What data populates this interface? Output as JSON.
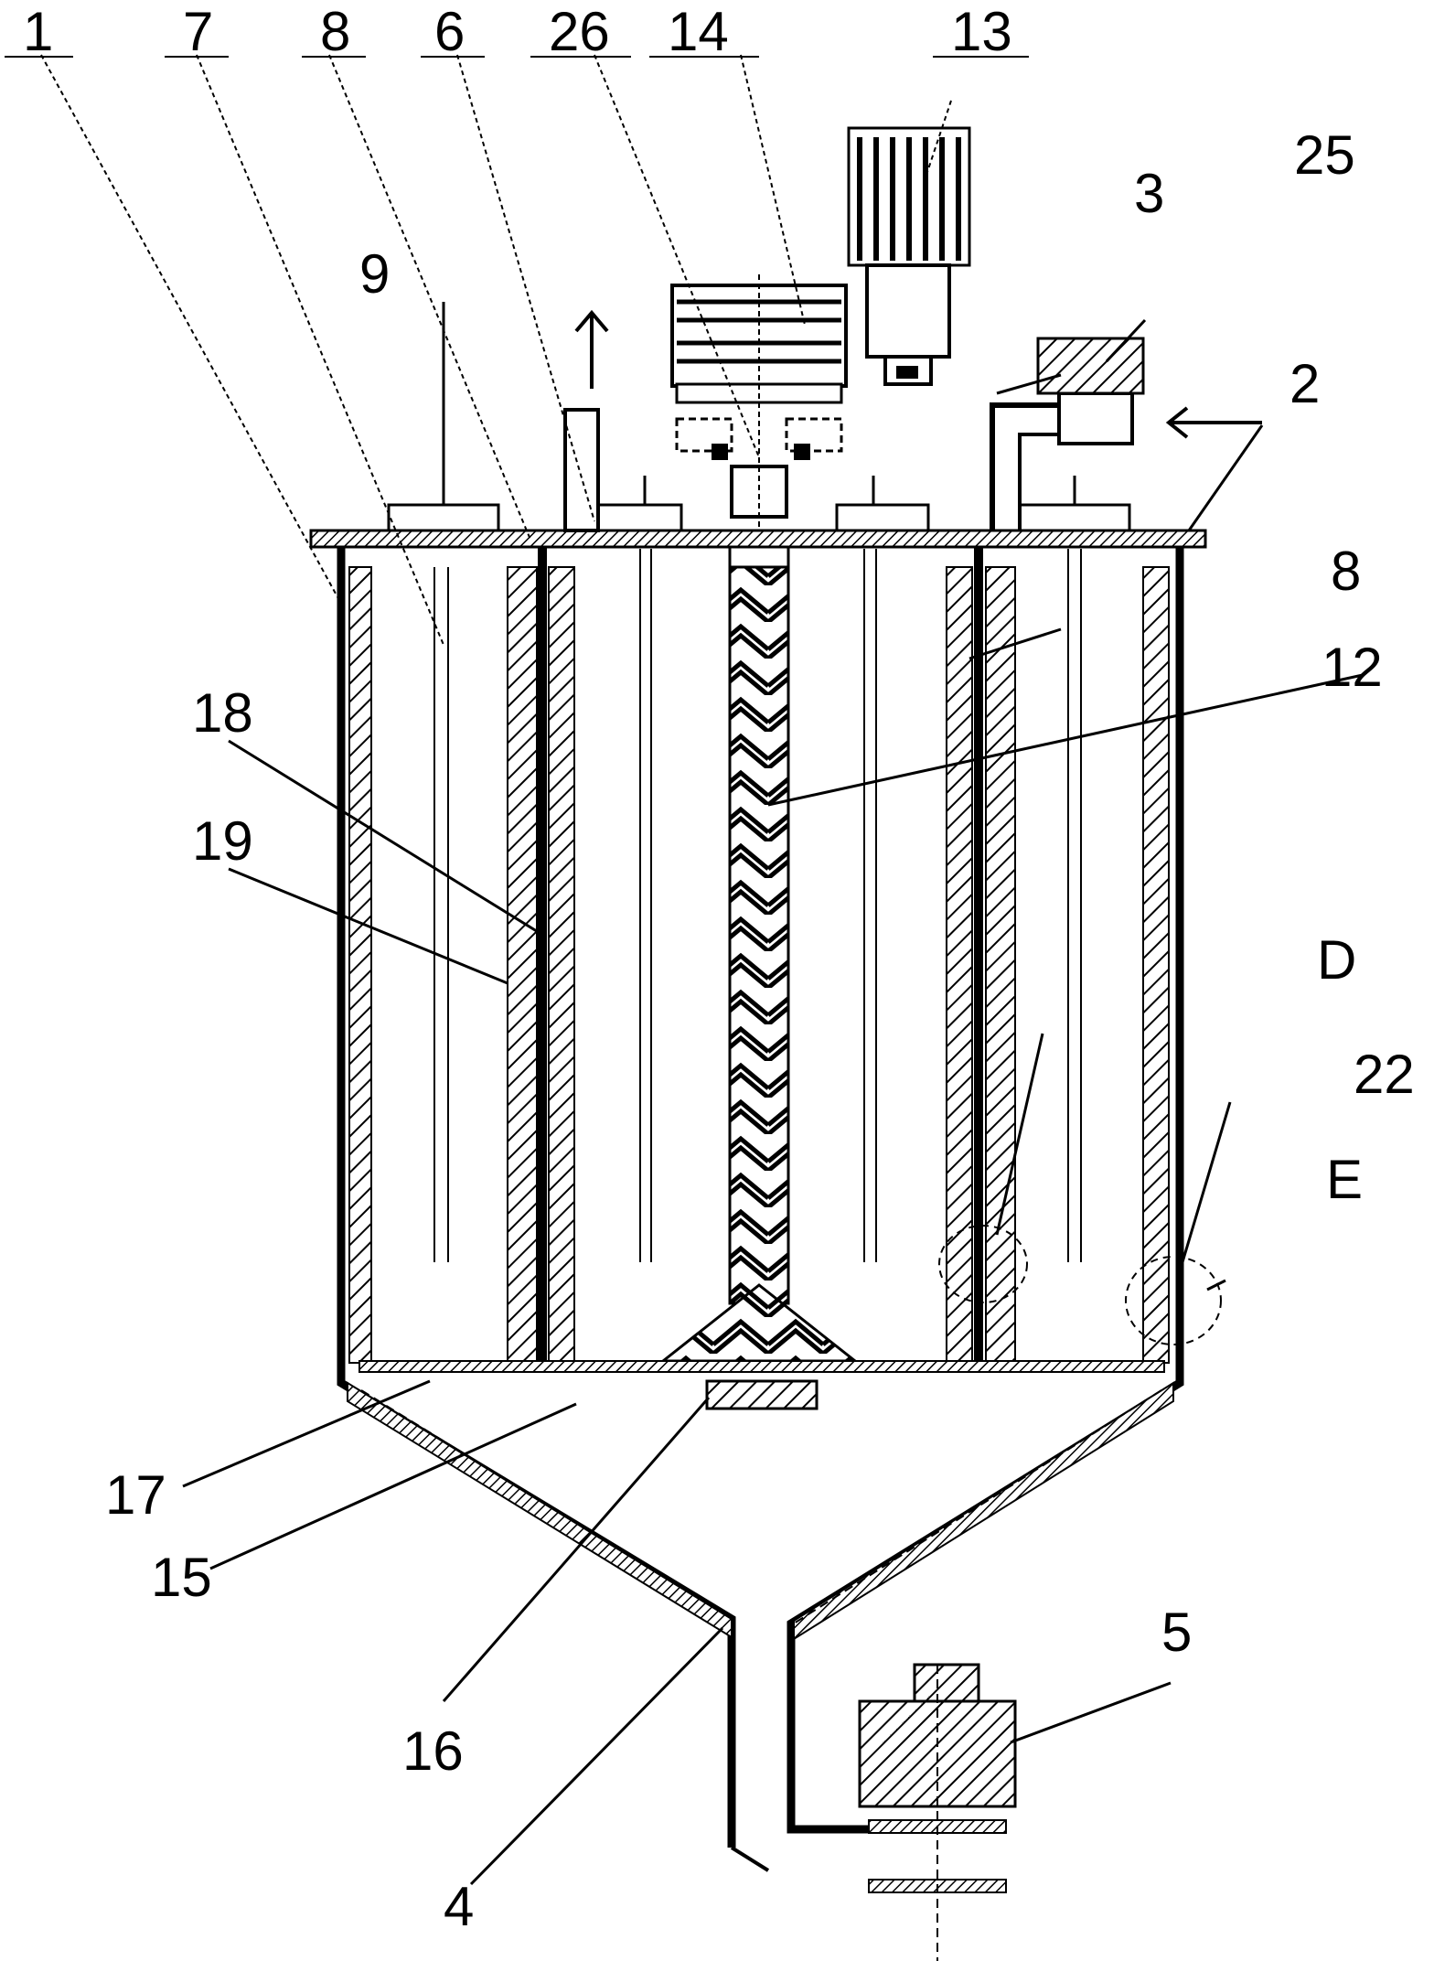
{
  "diagram": {
    "labels": {
      "l1": "1",
      "l7": "7",
      "l8a": "8",
      "l6": "6",
      "l26": "26",
      "l14": "14",
      "l13": "13",
      "l25": "25",
      "l3": "3",
      "l2": "2",
      "l9": "9",
      "l8b": "8",
      "l12": "12",
      "l18": "18",
      "l19": "19",
      "lD": "D",
      "l22": "22",
      "lE": "E",
      "l17": "17",
      "l15": "15",
      "l16": "16",
      "l5": "5",
      "l4": "4"
    },
    "arrows": [
      "outlet-up-arrow",
      "inlet-left-arrow"
    ]
  }
}
